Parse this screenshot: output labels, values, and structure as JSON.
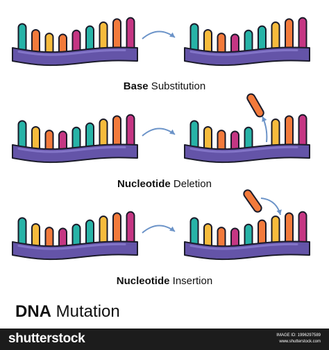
{
  "captions": [
    {
      "bold": "Base",
      "rest": " Substitution"
    },
    {
      "bold": "Nucleotide",
      "rest": " Deletion"
    },
    {
      "bold": "Nucleotide",
      "rest": " Insertion"
    }
  ],
  "title": {
    "bold": "DNA",
    "rest": " Mutation"
  },
  "footer": {
    "brand": "shutterstock",
    "image_id": "IMAGE ID: 1996297589",
    "site": "www.shutterstock.com"
  },
  "colors": {
    "backbone": "#6454a8",
    "backbone_highlight": "#8b7dd0",
    "teal": "#27b3a7",
    "yellow": "#f6bb3c",
    "orange": "#f27a3b",
    "magenta": "#c53683",
    "arrow": "#6b93c8",
    "outline": "#1b1b2a"
  },
  "rows": [
    {
      "before": [
        "teal",
        "orange",
        "yellow",
        "orange",
        "magenta",
        "teal",
        "yellow",
        "orange",
        "magenta"
      ],
      "after": [
        "teal",
        "yellow",
        "orange",
        "magenta",
        "teal",
        "teal",
        "yellow",
        "orange",
        "magenta"
      ],
      "detached": null
    },
    {
      "before": [
        "teal",
        "yellow",
        "orange",
        "magenta",
        "teal",
        "teal",
        "yellow",
        "orange",
        "magenta"
      ],
      "after": [
        "teal",
        "yellow",
        "orange",
        "magenta",
        "teal",
        "gap",
        "yellow",
        "orange",
        "magenta"
      ],
      "detached": "orange"
    },
    {
      "before": [
        "teal",
        "yellow",
        "orange",
        "magenta",
        "teal",
        "teal",
        "yellow",
        "orange",
        "magenta"
      ],
      "after": [
        "teal",
        "yellow",
        "orange",
        "magenta",
        "teal",
        "orange",
        "yellow",
        "orange",
        "magenta"
      ],
      "detached": "orange"
    }
  ]
}
